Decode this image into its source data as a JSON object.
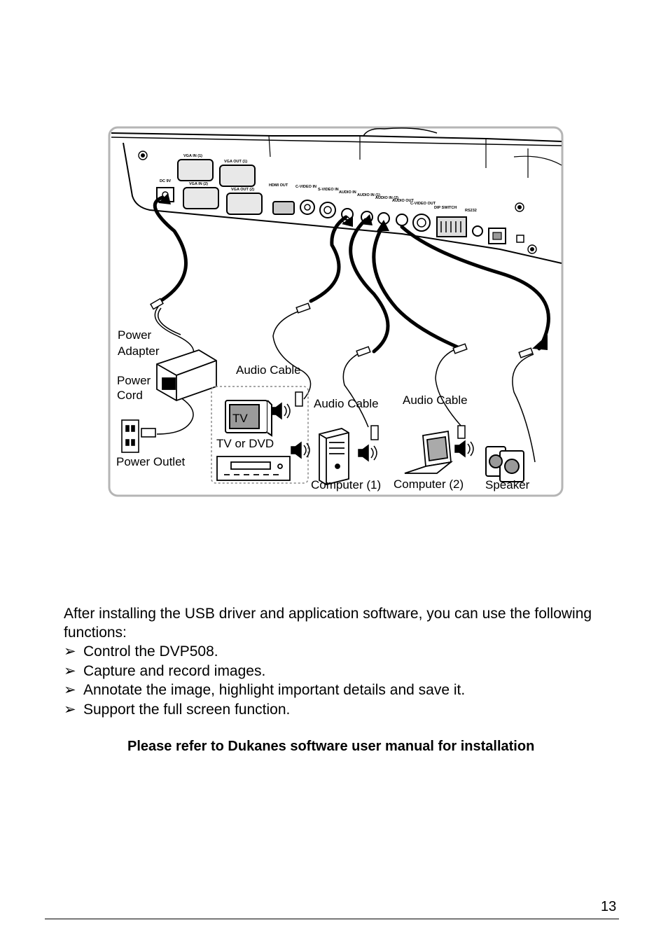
{
  "diagram": {
    "labels": {
      "power_adapter_1": "Power",
      "power_adapter_2": "Adapter",
      "power_cord_1": "Power",
      "power_cord_2": "Cord",
      "power_outlet": "Power Outlet",
      "audio_cable_a": "Audio Cable",
      "audio_cable_b": "Audio Cable",
      "audio_cable_c": "Audio Cable",
      "tv_screen": "TV",
      "tv_or_dvd": "TV or DVD",
      "computer_1": "Computer (1)",
      "computer_2": "Computer (2)",
      "speaker": "Speaker"
    },
    "ports": {
      "dc_in": "DC 9V",
      "vga_in_1": "VGA IN (1)",
      "vga_in_2": "VGA IN (2)",
      "vga_out_1": "VGA OUT (1)",
      "vga_out_2": "VGA OUT (2)",
      "hdmi_out": "HDMI OUT",
      "c_video_in": "C-VIDEO IN",
      "s_video_in": "S-VIDEO IN",
      "audio_in": "AUDIO IN",
      "audio_in_1": "AUDIO IN (1)",
      "audio_in_2": "AUDIO IN (2)",
      "audio_out": "AUDIO OUT",
      "c_video_out": "C-VIDEO OUT",
      "dip_switch": "DIP SWITCH",
      "rs232": "RS232"
    }
  },
  "body": {
    "intro": "After installing the USB driver and application software, you can use the following functions:",
    "bullet_symbol": "➢",
    "functions": [
      "Control the DVP508.",
      "Capture and record images.",
      "Annotate the image, highlight important details and save it.",
      "Support the full screen function."
    ],
    "note": "Please refer to Dukanes software user manual for installation"
  },
  "footer": {
    "page_number": "13"
  }
}
